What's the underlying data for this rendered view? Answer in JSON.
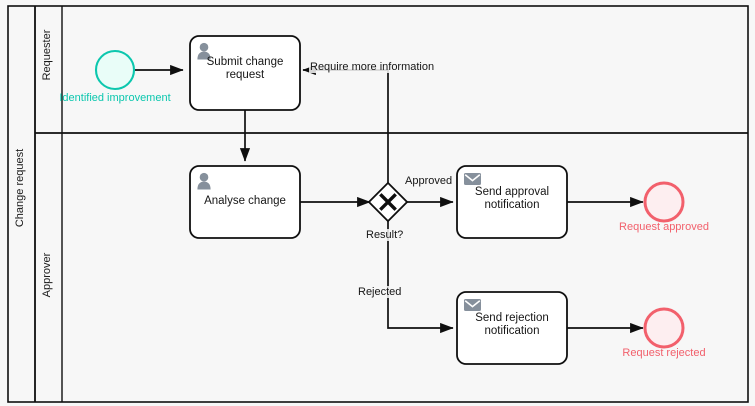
{
  "diagram": {
    "type": "bpmn-process",
    "pool": {
      "name": "Change request"
    },
    "lanes": [
      {
        "id": "requester",
        "name": "Requester"
      },
      {
        "id": "approver",
        "name": "Approver"
      }
    ],
    "events": [
      {
        "id": "start-identified-improvement",
        "kind": "start-event",
        "label": "Identified improvement",
        "lane": "requester",
        "stroke": "#0cc7ae",
        "fill": "#e9fdf8"
      },
      {
        "id": "end-request-approved",
        "kind": "end-event",
        "label": "Request approved",
        "lane": "approver",
        "stroke": "#f2606c",
        "fill": "#fdeef0"
      },
      {
        "id": "end-request-rejected",
        "kind": "end-event",
        "label": "Request rejected",
        "lane": "approver",
        "stroke": "#f2606c",
        "fill": "#fdeef0"
      }
    ],
    "tasks": [
      {
        "id": "submit-change-request",
        "kind": "user-task",
        "icon": "user-icon",
        "label": "Submit change\nrequest",
        "lane": "requester"
      },
      {
        "id": "analyse-change",
        "kind": "user-task",
        "icon": "user-icon",
        "label": "Analyse change",
        "lane": "approver"
      },
      {
        "id": "send-approval-notification",
        "kind": "send-task",
        "icon": "envelope-icon",
        "label": "Send approval\nnotification",
        "lane": "approver"
      },
      {
        "id": "send-rejection-notification",
        "kind": "send-task",
        "icon": "envelope-icon",
        "label": "Send rejection\nnotification",
        "lane": "approver"
      }
    ],
    "gateways": [
      {
        "id": "result-gateway",
        "kind": "exclusive-gateway",
        "label": "Result?",
        "lane": "approver"
      }
    ],
    "flows": [
      {
        "id": "flow-start-to-submit",
        "label": "",
        "from": "start-identified-improvement",
        "to": "submit-change-request"
      },
      {
        "id": "flow-submit-to-analyse",
        "label": "",
        "from": "submit-change-request",
        "to": "analyse-change"
      },
      {
        "id": "flow-analyse-to-gateway",
        "label": "",
        "from": "analyse-change",
        "to": "result-gateway"
      },
      {
        "id": "flow-approved",
        "label": "Approved",
        "from": "result-gateway",
        "to": "send-approval-notification"
      },
      {
        "id": "flow-rejected",
        "label": "Rejected",
        "from": "result-gateway",
        "to": "send-rejection-notification"
      },
      {
        "id": "flow-require-more-information",
        "label": "Require more information",
        "from": "result-gateway",
        "to": "submit-change-request"
      },
      {
        "id": "flow-approval-to-end",
        "label": "",
        "from": "send-approval-notification",
        "to": "end-request-approved"
      },
      {
        "id": "flow-rejection-to-end",
        "label": "",
        "from": "send-rejection-notification",
        "to": "end-request-rejected"
      }
    ],
    "colors": {
      "stroke": "#0f0f0f",
      "task_fill": "#ffffff",
      "pool_fill": "#f7f7f7",
      "icon_gray": "#86909c",
      "start_stroke": "#0cc7ae",
      "start_fill": "#e9fdf8",
      "end_stroke": "#f2606c",
      "end_fill": "#fdeef0"
    }
  }
}
